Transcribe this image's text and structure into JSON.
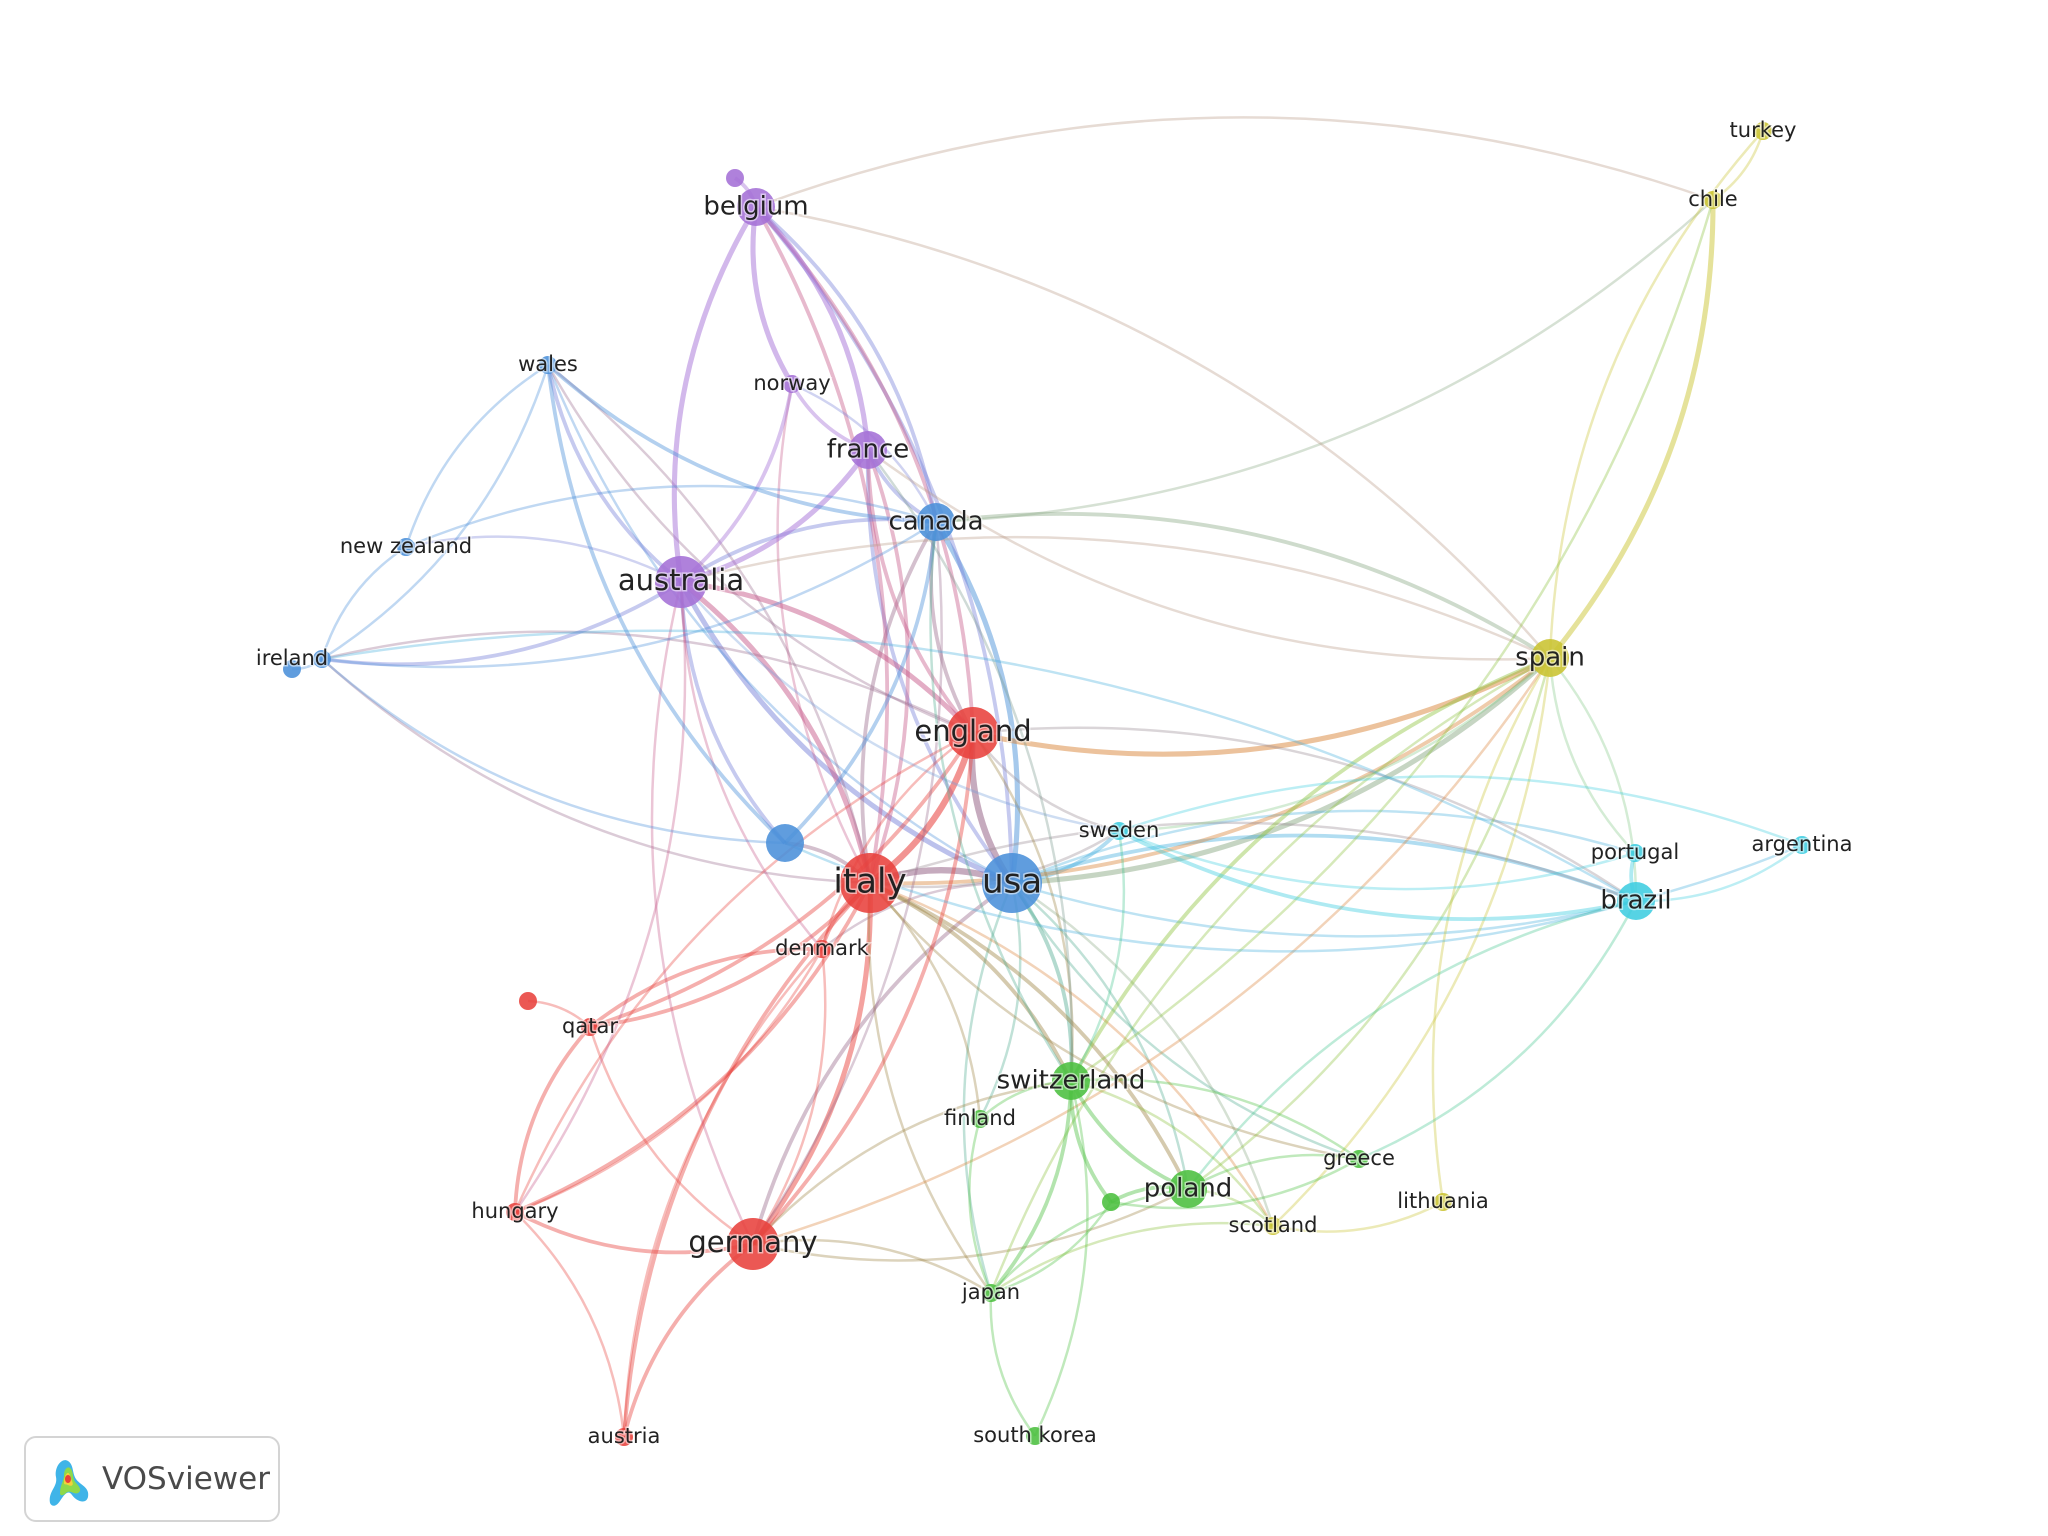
{
  "app": {
    "logo_text": "VOSviewer"
  },
  "nodes": [
    {
      "id": "usa",
      "label": "usa",
      "cluster": 2,
      "size": "xl"
    },
    {
      "id": "italy",
      "label": "italy",
      "cluster": 1,
      "size": "xl"
    },
    {
      "id": "england",
      "label": "england",
      "cluster": 1,
      "size": "l"
    },
    {
      "id": "germany",
      "label": "germany",
      "cluster": 1,
      "size": "l"
    },
    {
      "id": "australia",
      "label": "australia",
      "cluster": 4,
      "size": "l"
    },
    {
      "id": "canada",
      "label": "canada",
      "cluster": 2,
      "size": "m"
    },
    {
      "id": "spain",
      "label": "spain",
      "cluster": 5,
      "size": "m"
    },
    {
      "id": "france",
      "label": "france",
      "cluster": 4,
      "size": "m"
    },
    {
      "id": "belgium",
      "label": "belgium",
      "cluster": 4,
      "size": "m"
    },
    {
      "id": "switzerland",
      "label": "switzerland",
      "cluster": 3,
      "size": "m"
    },
    {
      "id": "poland",
      "label": "poland",
      "cluster": 3,
      "size": "m"
    },
    {
      "id": "brazil",
      "label": "brazil",
      "cluster": 6,
      "size": "m"
    },
    {
      "id": "hungary",
      "label": "hungary",
      "cluster": 1,
      "size": "s"
    },
    {
      "id": "sweden",
      "label": "sweden",
      "cluster": 6,
      "size": "s"
    },
    {
      "id": "norway",
      "label": "norway",
      "cluster": 4,
      "size": "s"
    },
    {
      "id": "wales",
      "label": "wales",
      "cluster": 2,
      "size": "s"
    },
    {
      "id": "denmark",
      "label": "denmark",
      "cluster": 1,
      "size": "s"
    },
    {
      "id": "qatar",
      "label": "qatar",
      "cluster": 1,
      "size": "s"
    },
    {
      "id": "austria",
      "label": "austria",
      "cluster": 1,
      "size": "s"
    },
    {
      "id": "japan",
      "label": "japan",
      "cluster": 3,
      "size": "s"
    },
    {
      "id": "finland",
      "label": "finland",
      "cluster": 3,
      "size": "s"
    },
    {
      "id": "greece",
      "label": "greece",
      "cluster": 3,
      "size": "s"
    },
    {
      "id": "south_korea",
      "label": "south korea",
      "cluster": 3,
      "size": "s"
    },
    {
      "id": "scotland",
      "label": "scotland",
      "cluster": 5,
      "size": "s"
    },
    {
      "id": "lithuania",
      "label": "lithuania",
      "cluster": 5,
      "size": "s"
    },
    {
      "id": "chile",
      "label": "chile",
      "cluster": 5,
      "size": "s"
    },
    {
      "id": "turkey",
      "label": "turkey",
      "cluster": 5,
      "size": "s"
    },
    {
      "id": "portugal",
      "label": "portugal",
      "cluster": 6,
      "size": "s"
    },
    {
      "id": "argentina",
      "label": "argentina",
      "cluster": 6,
      "size": "s"
    },
    {
      "id": "new_zealand",
      "label": "new zealand",
      "cluster": 2,
      "size": "s"
    },
    {
      "id": "ireland",
      "label": "ireland",
      "cluster": 2,
      "size": "s"
    },
    {
      "id": "unlabeled_blue",
      "label": "",
      "cluster": 2,
      "size": "m"
    },
    {
      "id": "unlabeled_red",
      "label": "",
      "cluster": 1,
      "size": "s"
    },
    {
      "id": "unlabeled_green",
      "label": "",
      "cluster": 3,
      "size": "s"
    },
    {
      "id": "unlabeled_purple",
      "label": "",
      "cluster": 4,
      "size": "s"
    },
    {
      "id": "unlabeled_lightblue",
      "label": "",
      "cluster": 2,
      "size": "s"
    }
  ],
  "cluster_colors": {
    "1": "#e8413c",
    "2": "#4a90d9",
    "3": "#4bbf3f",
    "4": "#a46fd6",
    "5": "#c9c330",
    "6": "#3fcde0"
  },
  "links": [
    [
      "usa",
      "italy",
      4
    ],
    [
      "usa",
      "england",
      4
    ],
    [
      "usa",
      "canada",
      3
    ],
    [
      "usa",
      "australia",
      3
    ],
    [
      "usa",
      "spain",
      3
    ],
    [
      "usa",
      "brazil",
      2
    ],
    [
      "usa",
      "sweden",
      2
    ],
    [
      "usa",
      "switzerland",
      2
    ],
    [
      "usa",
      "germany",
      2
    ],
    [
      "usa",
      "france",
      2
    ],
    [
      "usa",
      "belgium",
      2
    ],
    [
      "usa",
      "poland",
      1
    ],
    [
      "usa",
      "japan",
      1
    ],
    [
      "usa",
      "wales",
      1
    ],
    [
      "usa",
      "denmark",
      1
    ],
    [
      "usa",
      "portugal",
      1
    ],
    [
      "usa",
      "greece",
      1
    ],
    [
      "usa",
      "finland",
      1
    ],
    [
      "usa",
      "argentina",
      1
    ],
    [
      "usa",
      "scotland",
      1
    ],
    [
      "italy",
      "england",
      4
    ],
    [
      "italy",
      "germany",
      3
    ],
    [
      "italy",
      "australia",
      3
    ],
    [
      "italy",
      "hungary",
      2
    ],
    [
      "italy",
      "spain",
      2
    ],
    [
      "italy",
      "canada",
      2
    ],
    [
      "italy",
      "france",
      2
    ],
    [
      "italy",
      "switzerland",
      2
    ],
    [
      "italy",
      "denmark",
      2
    ],
    [
      "italy",
      "qatar",
      2
    ],
    [
      "italy",
      "austria",
      2
    ],
    [
      "italy",
      "poland",
      2
    ],
    [
      "italy",
      "belgium",
      2
    ],
    [
      "italy",
      "brazil",
      1
    ],
    [
      "italy",
      "japan",
      1
    ],
    [
      "italy",
      "norway",
      1
    ],
    [
      "italy",
      "wales",
      1
    ],
    [
      "italy",
      "ireland",
      1
    ],
    [
      "italy",
      "sweden",
      1
    ],
    [
      "italy",
      "finland",
      1
    ],
    [
      "italy",
      "greece",
      1
    ],
    [
      "italy",
      "scotland",
      1
    ],
    [
      "italy",
      "unlabeled_blue",
      2
    ],
    [
      "england",
      "germany",
      2
    ],
    [
      "england",
      "australia",
      3
    ],
    [
      "england",
      "canada",
      2
    ],
    [
      "england",
      "spain",
      3
    ],
    [
      "england",
      "france",
      2
    ],
    [
      "england",
      "hungary",
      1
    ],
    [
      "england",
      "qatar",
      2
    ],
    [
      "england",
      "denmark",
      1
    ],
    [
      "england",
      "brazil",
      1
    ],
    [
      "england",
      "sweden",
      1
    ],
    [
      "england",
      "switzerland",
      1
    ],
    [
      "england",
      "belgium",
      2
    ],
    [
      "england",
      "wales",
      1
    ],
    [
      "england",
      "ireland",
      1
    ],
    [
      "germany",
      "hungary",
      2
    ],
    [
      "germany",
      "austria",
      2
    ],
    [
      "germany",
      "qatar",
      1
    ],
    [
      "germany",
      "denmark",
      1
    ],
    [
      "germany",
      "switzerland",
      1
    ],
    [
      "germany",
      "poland",
      1
    ],
    [
      "germany",
      "japan",
      1
    ],
    [
      "germany",
      "spain",
      1
    ],
    [
      "germany",
      "australia",
      1
    ],
    [
      "germany",
      "canada",
      1
    ],
    [
      "australia",
      "canada",
      2
    ],
    [
      "australia",
      "france",
      3
    ],
    [
      "australia",
      "belgium",
      3
    ],
    [
      "australia",
      "norway",
      2
    ],
    [
      "australia",
      "wales",
      2
    ],
    [
      "australia",
      "new_zealand",
      1
    ],
    [
      "australia",
      "ireland",
      2
    ],
    [
      "australia",
      "unlabeled_blue",
      2
    ],
    [
      "australia",
      "spain",
      1
    ],
    [
      "australia",
      "denmark",
      1
    ],
    [
      "australia",
      "hungary",
      1
    ],
    [
      "australia",
      "sweden",
      1
    ],
    [
      "canada",
      "france",
      2
    ],
    [
      "canada",
      "belgium",
      2
    ],
    [
      "canada",
      "wales",
      2
    ],
    [
      "canada",
      "norway",
      1
    ],
    [
      "canada",
      "spain",
      2
    ],
    [
      "canada",
      "chile",
      1
    ],
    [
      "canada",
      "ireland",
      1
    ],
    [
      "canada",
      "new_zealand",
      1
    ],
    [
      "canada",
      "unlabeled_blue",
      2
    ],
    [
      "canada",
      "switzerland",
      1
    ],
    [
      "belgium",
      "france",
      3
    ],
    [
      "belgium",
      "norway",
      3
    ],
    [
      "belgium",
      "spain",
      1
    ],
    [
      "belgium",
      "unlabeled_purple",
      2
    ],
    [
      "france",
      "norway",
      2
    ],
    [
      "france",
      "spain",
      1
    ],
    [
      "france",
      "switzerland",
      1
    ],
    [
      "spain",
      "chile",
      3
    ],
    [
      "spain",
      "turkey",
      1
    ],
    [
      "spain",
      "portugal",
      1
    ],
    [
      "spain",
      "brazil",
      1
    ],
    [
      "spain",
      "switzerland",
      2
    ],
    [
      "spain",
      "poland",
      1
    ],
    [
      "spain",
      "lithuania",
      1
    ],
    [
      "spain",
      "scotland",
      1
    ],
    [
      "spain",
      "japan",
      1
    ],
    [
      "spain",
      "sweden",
      1
    ],
    [
      "chile",
      "turkey",
      1
    ],
    [
      "chile",
      "switzerland",
      1
    ],
    [
      "chile",
      "belgium",
      1
    ],
    [
      "brazil",
      "portugal",
      2
    ],
    [
      "brazil",
      "argentina",
      1
    ],
    [
      "brazil",
      "sweden",
      2
    ],
    [
      "brazil",
      "poland",
      1
    ],
    [
      "brazil",
      "greece",
      1
    ],
    [
      "brazil",
      "ireland",
      1
    ],
    [
      "brazil",
      "unlabeled_blue",
      1
    ],
    [
      "switzerland",
      "poland",
      2
    ],
    [
      "switzerland",
      "japan",
      2
    ],
    [
      "switzerland",
      "finland",
      1
    ],
    [
      "switzerland",
      "greece",
      1
    ],
    [
      "switzerland",
      "unlabeled_green",
      2
    ],
    [
      "switzerland",
      "scotland",
      1
    ],
    [
      "switzerland",
      "sweden",
      1
    ],
    [
      "switzerland",
      "south_korea",
      1
    ],
    [
      "poland",
      "unlabeled_green",
      2
    ],
    [
      "poland",
      "greece",
      1
    ],
    [
      "poland",
      "japan",
      1
    ],
    [
      "poland",
      "scotland",
      1
    ],
    [
      "japan",
      "south_korea",
      1
    ],
    [
      "japan",
      "finland",
      1
    ],
    [
      "japan",
      "unlabeled_green",
      1
    ],
    [
      "japan",
      "scotland",
      1
    ],
    [
      "wales",
      "new_zealand",
      1
    ],
    [
      "wales",
      "ireland",
      1
    ],
    [
      "wales",
      "unlabeled_blue",
      2
    ],
    [
      "ireland",
      "new_zealand",
      1
    ],
    [
      "ireland",
      "unlabeled_blue",
      1
    ],
    [
      "ireland",
      "unlabeled_lightblue",
      1
    ],
    [
      "qatar",
      "hungary",
      2
    ],
    [
      "qatar",
      "denmark",
      2
    ],
    [
      "qatar",
      "unlabeled_red",
      1
    ],
    [
      "hungary",
      "austria",
      1
    ],
    [
      "hungary",
      "denmark",
      1
    ],
    [
      "austria",
      "denmark",
      1
    ],
    [
      "scotland",
      "lithuania",
      1
    ],
    [
      "greece",
      "unlabeled_green",
      1
    ],
    [
      "sweden",
      "portugal",
      1
    ],
    [
      "sweden",
      "argentina",
      1
    ]
  ]
}
